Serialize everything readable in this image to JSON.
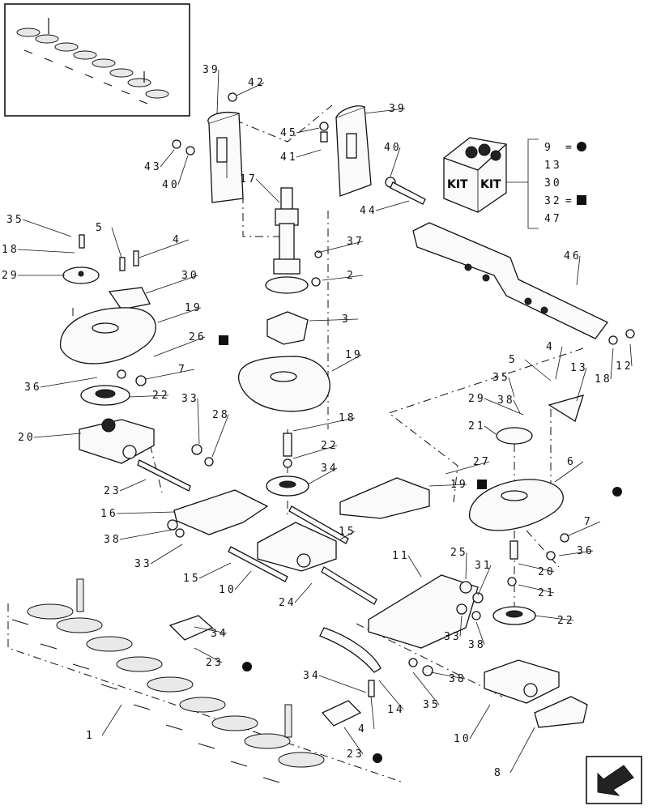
{
  "kit": {
    "box_label_1": "KIT",
    "box_label_2": "KIT",
    "items": [
      {
        "num": "9",
        "suffix": "=",
        "marker": "circle"
      },
      {
        "num": "13",
        "suffix": "",
        "marker": ""
      },
      {
        "num": "30",
        "suffix": "",
        "marker": ""
      },
      {
        "num": "32",
        "suffix": "=",
        "marker": "square"
      },
      {
        "num": "47",
        "suffix": "",
        "marker": ""
      }
    ]
  },
  "callouts": [
    {
      "text": "39"
    },
    {
      "text": "42"
    },
    {
      "text": "39"
    },
    {
      "text": "45"
    },
    {
      "text": "41"
    },
    {
      "text": "43"
    },
    {
      "text": "40"
    },
    {
      "text": "40"
    },
    {
      "text": "17"
    },
    {
      "text": "44"
    },
    {
      "text": "35"
    },
    {
      "text": "5"
    },
    {
      "text": "4"
    },
    {
      "text": "18"
    },
    {
      "text": "29"
    },
    {
      "text": "30"
    },
    {
      "text": "37"
    },
    {
      "text": "2"
    },
    {
      "text": "46"
    },
    {
      "text": "19"
    },
    {
      "text": "3"
    },
    {
      "text": "26"
    },
    {
      "text": "36"
    },
    {
      "text": "7"
    },
    {
      "text": "19"
    },
    {
      "text": "22"
    },
    {
      "text": "12"
    },
    {
      "text": "18"
    },
    {
      "text": "4"
    },
    {
      "text": "13"
    },
    {
      "text": "5"
    },
    {
      "text": "35"
    },
    {
      "text": "38"
    },
    {
      "text": "33"
    },
    {
      "text": "28"
    },
    {
      "text": "20"
    },
    {
      "text": "18"
    },
    {
      "text": "29"
    },
    {
      "text": "21"
    },
    {
      "text": "22"
    },
    {
      "text": "34"
    },
    {
      "text": "27"
    },
    {
      "text": "23"
    },
    {
      "text": "19"
    },
    {
      "text": "6"
    },
    {
      "text": "16"
    },
    {
      "text": "7"
    },
    {
      "text": "15"
    },
    {
      "text": "38"
    },
    {
      "text": "36"
    },
    {
      "text": "33"
    },
    {
      "text": "20"
    },
    {
      "text": "15"
    },
    {
      "text": "11"
    },
    {
      "text": "25"
    },
    {
      "text": "31"
    },
    {
      "text": "21"
    },
    {
      "text": "10"
    },
    {
      "text": "24"
    },
    {
      "text": "34"
    },
    {
      "text": "33"
    },
    {
      "text": "22"
    },
    {
      "text": "38"
    },
    {
      "text": "23"
    },
    {
      "text": "38"
    },
    {
      "text": "34"
    },
    {
      "text": "14"
    },
    {
      "text": "35"
    },
    {
      "text": "1"
    },
    {
      "text": "4"
    },
    {
      "text": "10"
    },
    {
      "text": "23"
    },
    {
      "text": "8"
    }
  ],
  "markers": [
    {
      "type": "square"
    },
    {
      "type": "circle"
    },
    {
      "type": "square"
    },
    {
      "type": "circle"
    },
    {
      "type": "circle"
    }
  ]
}
